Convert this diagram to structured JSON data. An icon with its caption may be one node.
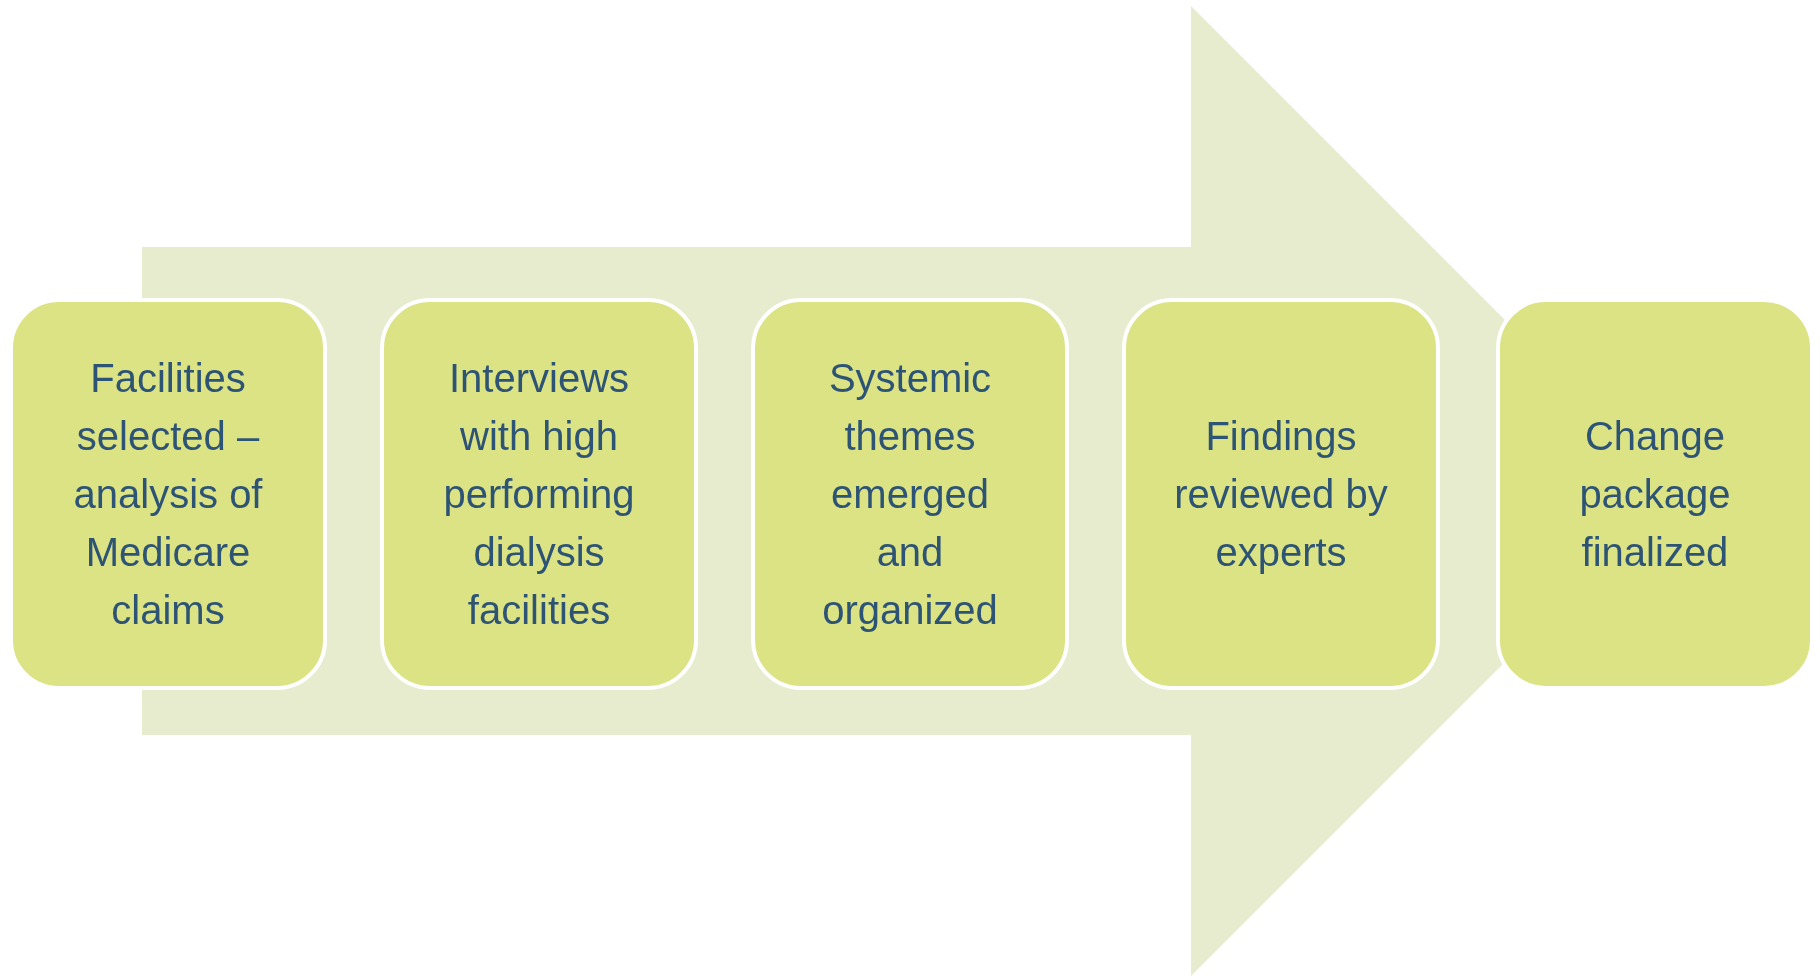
{
  "diagram": {
    "nodes": [
      {
        "text": [
          "Facilities selected – analysis of Medicare claims"
        ]
      },
      {
        "text": [
          "Interviews with high performing dialysis facilities"
        ]
      },
      {
        "text": [
          "Systemic themes emerged and organized"
        ]
      },
      {
        "text": [
          "Findings reviewed by experts"
        ]
      },
      {
        "text": [
          "Change package finalized"
        ]
      }
    ],
    "edges": [
      {
        "from": 0,
        "to": 4,
        "arrow": "to"
      }
    ]
  }
}
